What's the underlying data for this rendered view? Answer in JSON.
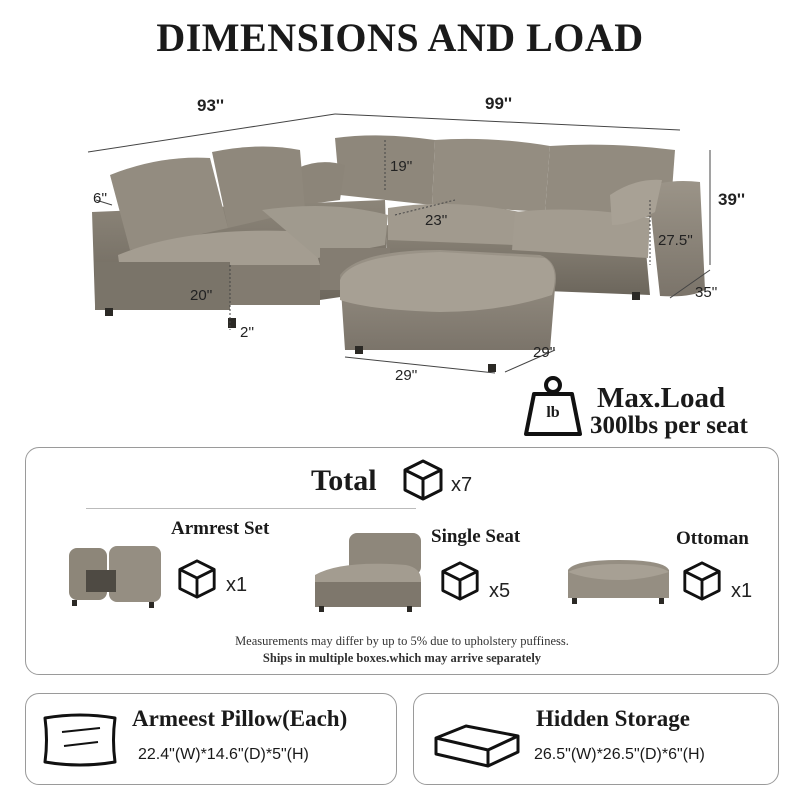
{
  "title": "DIMENSIONS AND LOAD",
  "dimensions": {
    "left_width": "93''",
    "right_width": "99''",
    "height": "39''",
    "back_height": "19''",
    "arm_width": "6''",
    "seat_depth": "23''",
    "arm_height": "27.5''",
    "depth": "35''",
    "seat_height": "20''",
    "leg_height": "2''",
    "ottoman_width": "29''",
    "ottoman_depth": "29''"
  },
  "max_load": {
    "icon": "weight-icon",
    "icon_text": "lb",
    "label": "Max.Load",
    "value": "300lbs per seat"
  },
  "boxes": {
    "total_label": "Total",
    "total_count": "x7",
    "items": [
      {
        "label": "Armrest Set",
        "count": "x1"
      },
      {
        "label": "Single Seat",
        "count": "x5"
      },
      {
        "label": "Ottoman",
        "count": "x1"
      }
    ],
    "note_1": "Measurements may differ by up to 5% due to upholstery puffiness.",
    "note_2": "Ships in multiple boxes.which may arrive separately"
  },
  "pillow": {
    "label": "Armeest Pillow(Each)",
    "dims": "22.4\"(W)*14.6\"(D)*5\"(H)"
  },
  "storage": {
    "label": "Hidden Storage",
    "dims": "26.5\"(W)*26.5\"(D)*6\"(H)"
  },
  "colors": {
    "fabric": "#8a8377",
    "fabric_dark": "#6f695f",
    "fabric_light": "#a39c90",
    "border": "#9a9a9a"
  }
}
